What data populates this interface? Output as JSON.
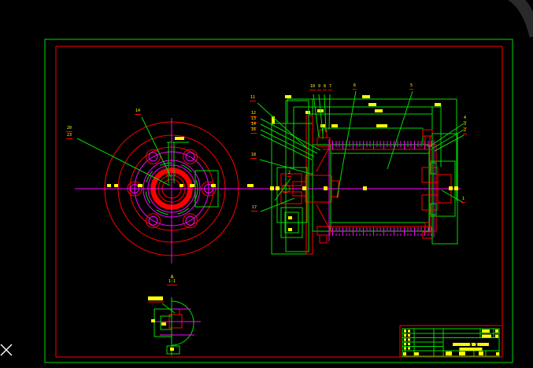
{
  "palette": {
    "background": "#000000",
    "frame_outer_green": "#00dd00",
    "frame_inner_red": "#ff0000",
    "line_green": "#00dd00",
    "line_red": "#ff0000",
    "line_magenta": "#ff00ff",
    "text_yellow": "#ffff00",
    "watermark_gray": "#2a2a2a",
    "cursor_white": "#ffffff"
  },
  "front_view": {
    "callouts": [
      "14",
      "20",
      "23"
    ]
  },
  "section_view": {
    "top_callouts": [
      "10",
      "9",
      "8",
      "7",
      "6",
      "5"
    ],
    "left_callouts": [
      "11",
      "12",
      "13",
      "14",
      "16",
      "18",
      "2",
      "17"
    ],
    "right_callouts": [
      "4",
      "3",
      "2"
    ],
    "right_lower_callout": "1"
  },
  "detail_view": {
    "label": "A",
    "scale": "1:1"
  },
  "title_block": {
    "title_line1": "█████████/██/██████",
    "title_line2": "████████████"
  }
}
